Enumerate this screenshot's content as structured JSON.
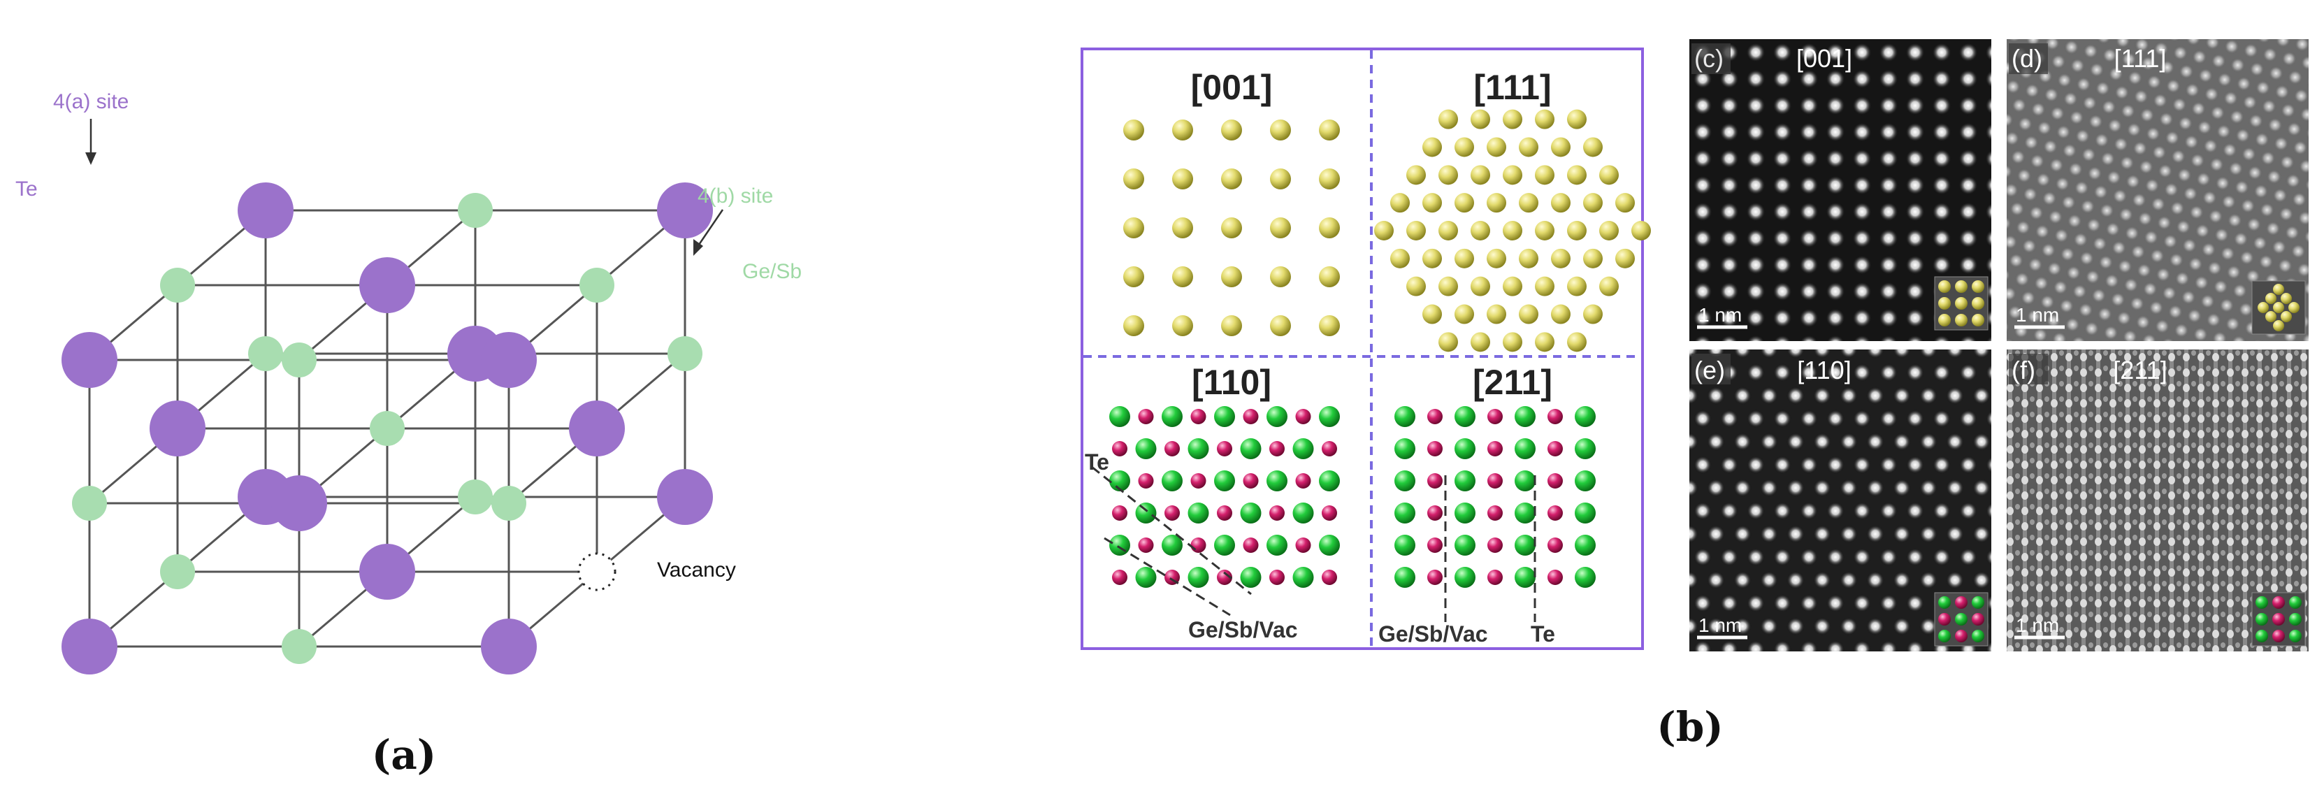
{
  "panel_a": {
    "label": "(a)",
    "te_label": "Te",
    "site_4a_label": "4(a) site",
    "site_4b_label": "4(b) site",
    "gesb_label": "Ge/Sb",
    "vacancy_label": "Vacancy",
    "colors": {
      "te": "#9b72cb",
      "gesb": "#a8ddb0",
      "edge": "#555555"
    }
  },
  "panel_b": {
    "label": "(b)",
    "schematic": {
      "dir_001": "[001]",
      "dir_111": "[111]",
      "dir_110": "[110]",
      "dir_211": "[211]",
      "te_label_110": "Te",
      "gesbvac_label_110": "Ge/Sb/Vac",
      "gesbvac_label_211": "Ge/Sb/Vac",
      "te_label_211": "Te",
      "colors": {
        "border": "#8c5fe0",
        "yellow": "#d8d060",
        "green": "#1fcc3a",
        "magenta": "#d0206a"
      }
    },
    "micrographs": [
      {
        "tag": "(c)",
        "dir": "[001]",
        "scale": "1 nm"
      },
      {
        "tag": "(d)",
        "dir": "[111]",
        "scale": "1 nm"
      },
      {
        "tag": "(e)",
        "dir": "[110]",
        "scale": "1 nm"
      },
      {
        "tag": "(f)",
        "dir": "[211]",
        "scale": "1 nm"
      }
    ]
  }
}
